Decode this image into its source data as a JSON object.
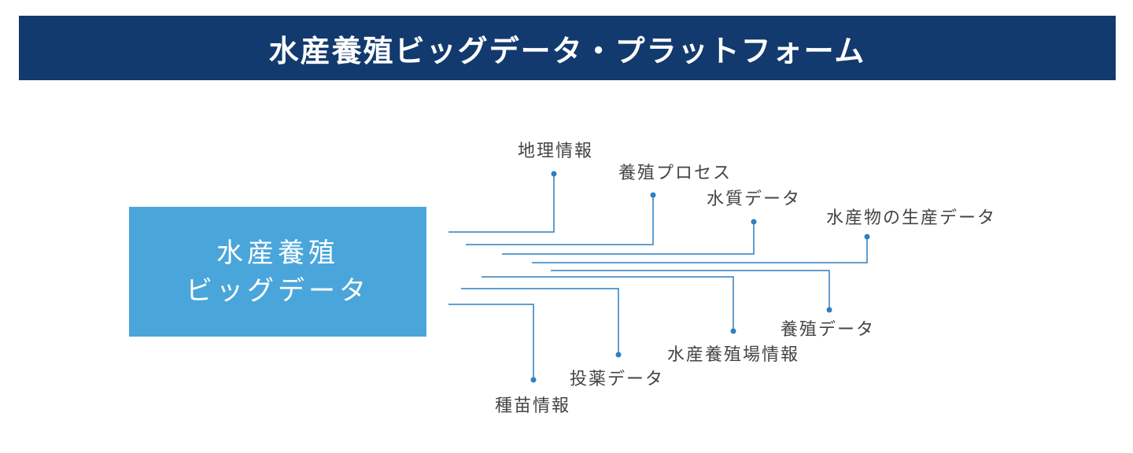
{
  "header": {
    "title": "水産養殖ビッグデータ・プラットフォーム"
  },
  "central": {
    "line1": "水産養殖",
    "line2": "ビッグデータ"
  },
  "colors": {
    "header_bg": "#133a6e",
    "central_bg": "#4aa6da",
    "connector": "#2f7fbf",
    "label_text": "#444444"
  },
  "nodes": [
    {
      "label": "地理情報"
    },
    {
      "label": "養殖プロセス"
    },
    {
      "label": "水質データ"
    },
    {
      "label": "水産物の生産データ"
    },
    {
      "label": "養殖データ"
    },
    {
      "label": "水産養殖場情報"
    },
    {
      "label": "投薬データ"
    },
    {
      "label": "種苗情報"
    }
  ]
}
